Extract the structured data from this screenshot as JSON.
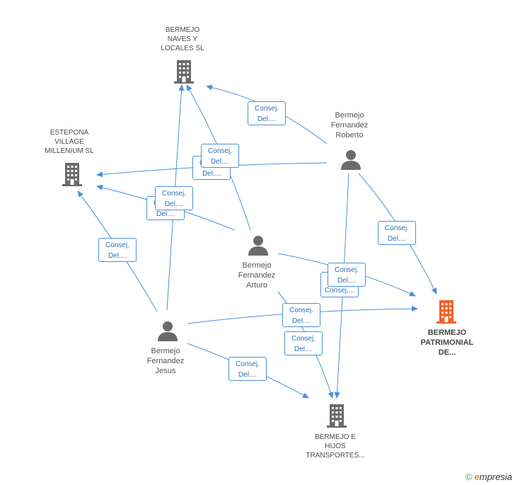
{
  "nodes": {
    "bermejo_naves": [
      "BERMEJO",
      "NAVES Y",
      "LOCALES SL"
    ],
    "estepona_village": [
      "ESTEPONA",
      "VILLAGE",
      "MILLENIUM SL"
    ],
    "bermejo_patrimonial": [
      "BERMEJO",
      "PATRIMONIAL",
      "DE..."
    ],
    "bermejo_hijos": [
      "BERMEJO E",
      "HIJOS",
      "TRANSPORTES..."
    ],
    "roberto": [
      "Bermejo",
      "Fernandez",
      "Roberto"
    ],
    "arturo": [
      "Bermejo",
      "Fernandez",
      "Arturo"
    ],
    "jesus": [
      "Bermejo",
      "Fernandez",
      "Jesus"
    ]
  },
  "edge_label": [
    "Consej.",
    "Del...."
  ],
  "edge_label_partial": "Consej....",
  "colors": {
    "edge": "#4a90d9",
    "company_icon": "#6b6b6b",
    "company_icon_highlight": "#f0622d",
    "person_icon": "#6b6b6b"
  },
  "footer": {
    "copyright": "©",
    "brand_initial": "e",
    "brand_rest": "mpresia"
  }
}
